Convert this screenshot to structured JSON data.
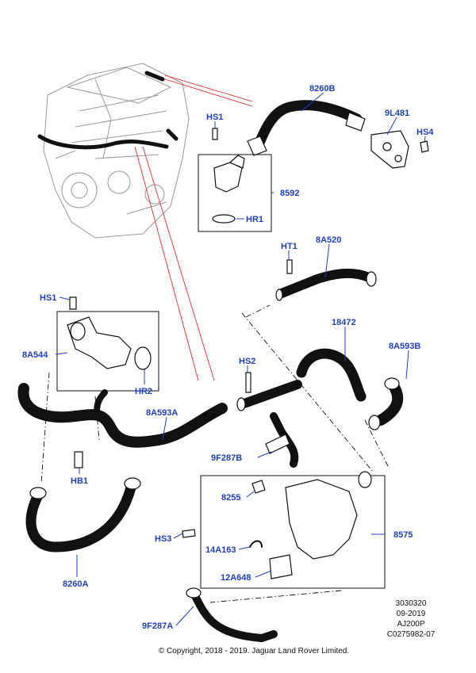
{
  "callouts": {
    "c8260B": "8260B",
    "c9L481": "9L481",
    "cHS4": "HS4",
    "cHS1top": "HS1",
    "c8592": "8592",
    "cHR1": "HR1",
    "cHT1": "HT1",
    "c8A520": "8A520",
    "cHS1left": "HS1",
    "c8A544": "8A544",
    "cHR2": "HR2",
    "c18472": "18472",
    "c8A593B": "8A593B",
    "cHS2": "HS2",
    "c8A593A": "8A593A",
    "c9F287B": "9F287B",
    "cHB1": "HB1",
    "c8255": "8255",
    "cHS3": "HS3",
    "c14A163": "14A163",
    "c12A648": "12A648",
    "c8575": "8575",
    "c8260A": "8260A",
    "c9F287A": "9F287A"
  },
  "meta": {
    "ref": "3030320",
    "date": "09-2019",
    "model": "AJ200P",
    "code": "C0275982-07"
  },
  "copyright": "© Copyright, 2018 - 2019. Jaguar Land Rover Limited.",
  "colors": {
    "callout": "#1f3fbf",
    "leader_red": "#e03030",
    "line": "#111111"
  }
}
